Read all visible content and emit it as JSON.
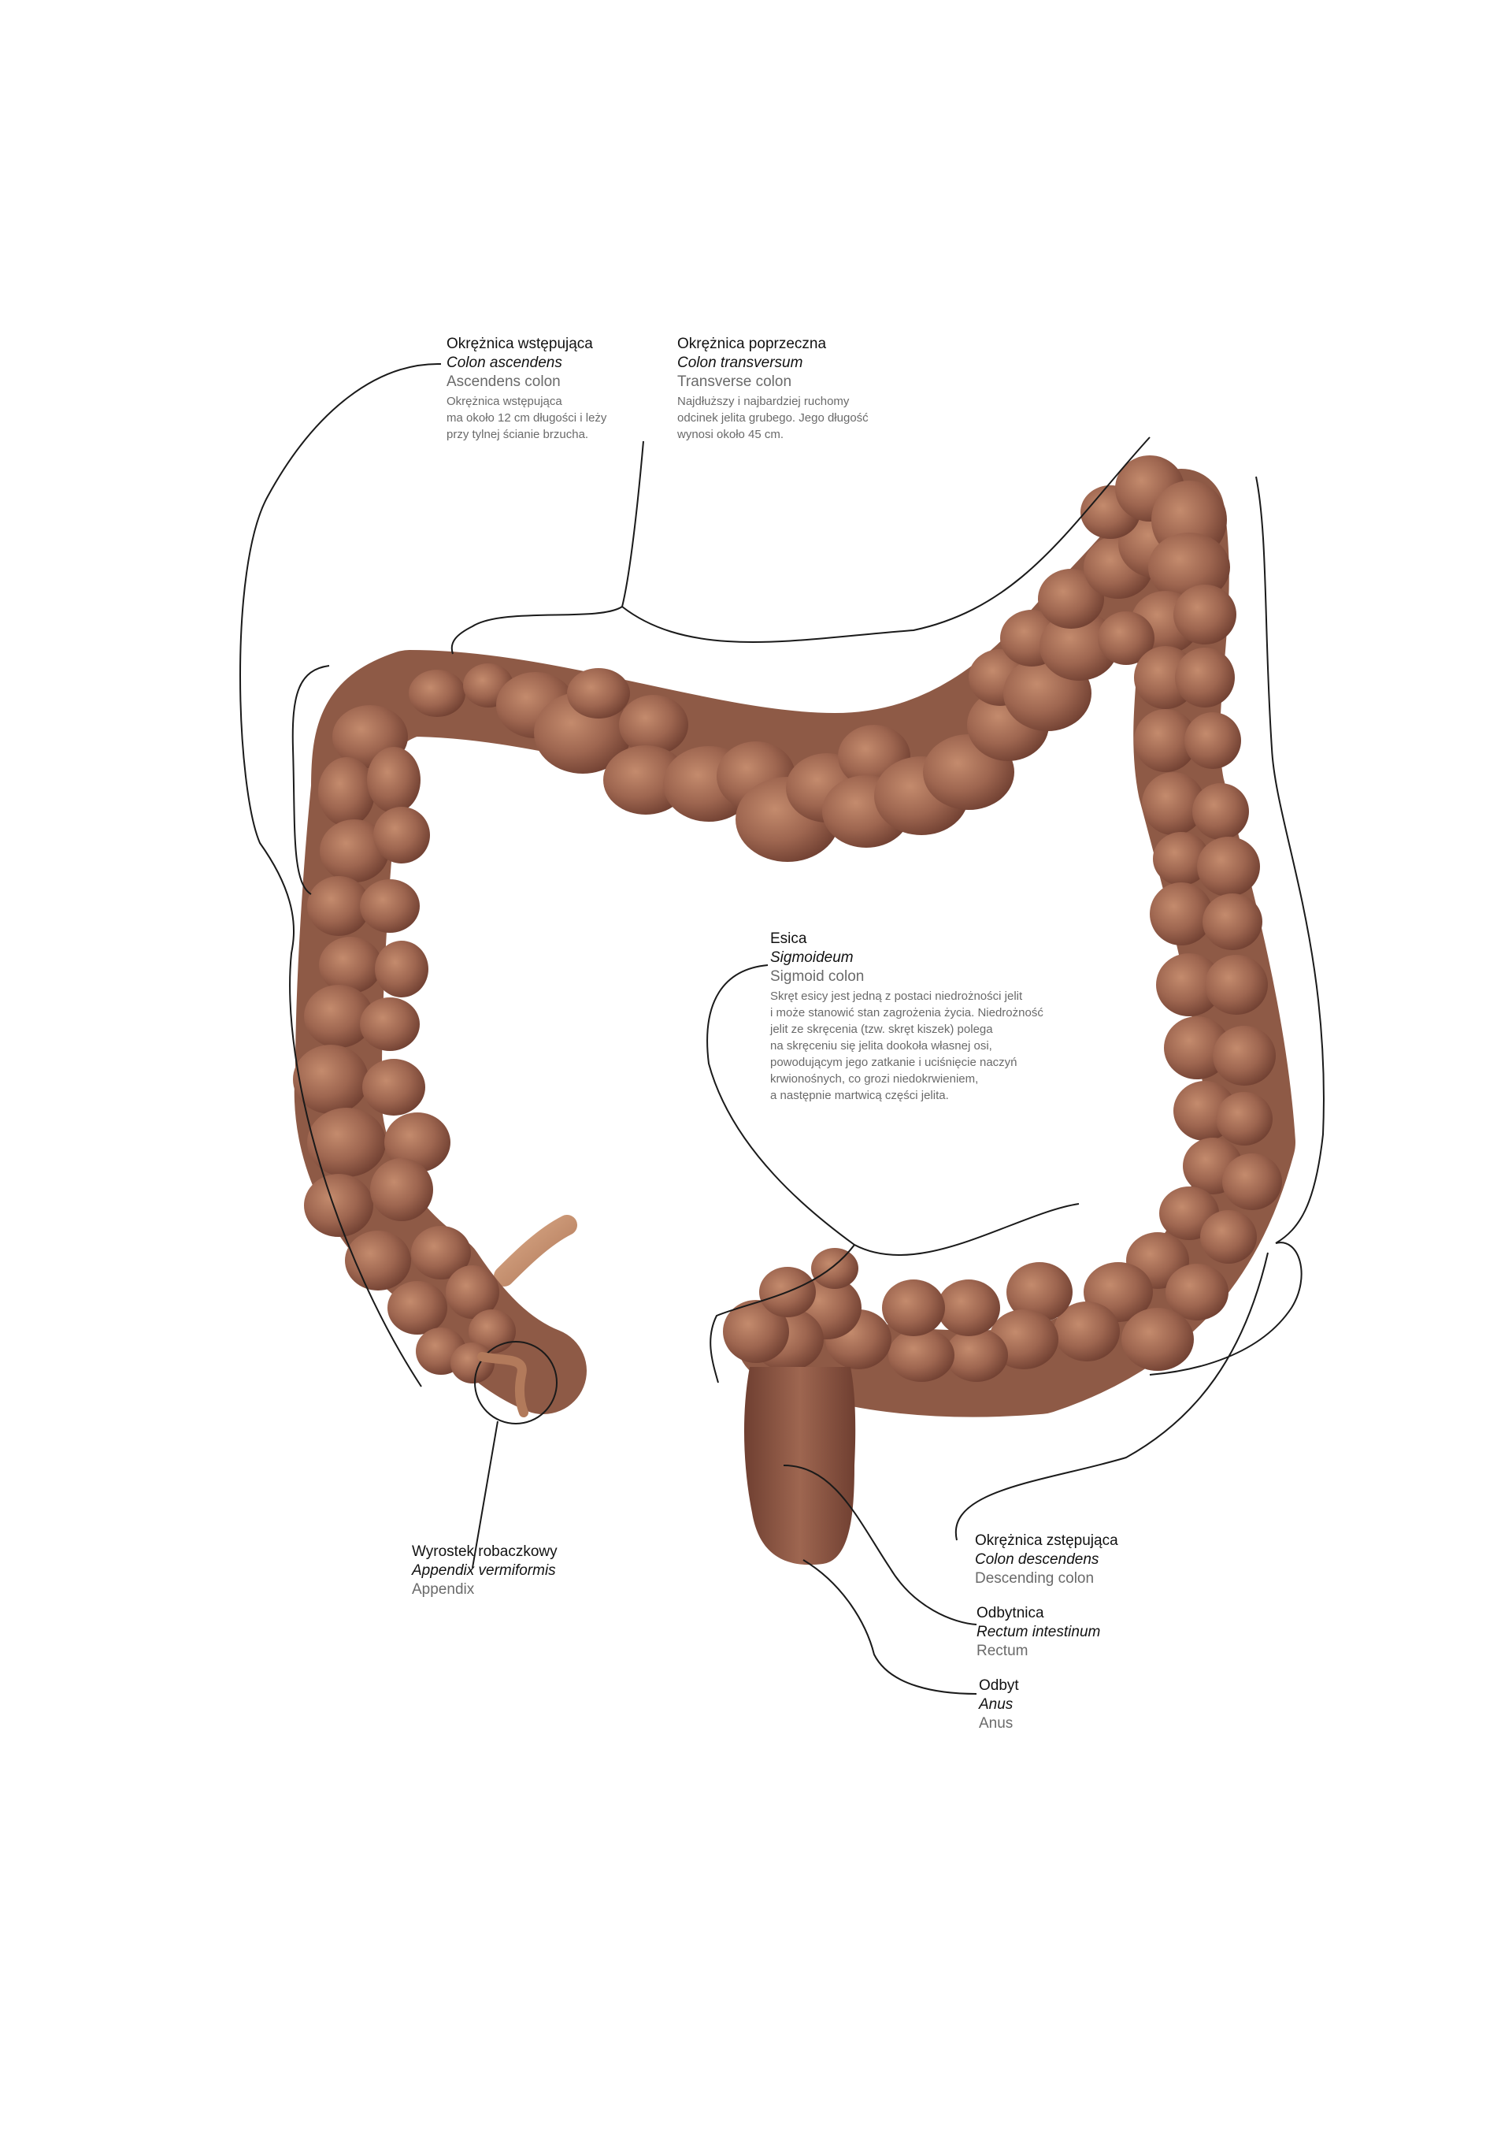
{
  "colors": {
    "colon_light": "#c48b6d",
    "colon_mid": "#9e6650",
    "colon_dark": "#6f3f31",
    "appendix": "#b27a5b",
    "leader_line": "#1a1a1a",
    "title_text": "#111111",
    "secondary_text": "#6a6a6a"
  },
  "labels": {
    "ascending": {
      "title": "Okrężnica wstępująca",
      "latin": "Colon ascendens",
      "english": "Ascendens colon",
      "description": [
        "Okrężnica wstępująca",
        "ma około 12 cm długości i leży",
        "przy tylnej ścianie brzucha."
      ]
    },
    "transverse": {
      "title": "Okrężnica poprzeczna",
      "latin": "Colon transversum",
      "english": "Transverse colon",
      "description": [
        "Najdłuższy i najbardziej ruchomy",
        "odcinek jelita grubego. Jego długość",
        "wynosi około 45 cm."
      ]
    },
    "sigmoid": {
      "title": "Esica",
      "latin": "Sigmoideum",
      "english": "Sigmoid colon",
      "description": [
        "Skręt esicy jest jedną z postaci niedrożności jelit",
        "i może stanowić stan zagrożenia życia. Niedrożność",
        "jelit ze skręcenia (tzw. skręt kiszek) polega",
        "na skręceniu się jelita dookoła własnej osi,",
        "powodującym jego zatkanie i uciśnięcie naczyń",
        "krwionośnych, co grozi niedokrwieniem,",
        "a następnie martwicą części jelita."
      ]
    },
    "appendix": {
      "title": "Wyrostek robaczkowy",
      "latin": "Appendix vermiformis",
      "english": "Appendix"
    },
    "descending": {
      "title": "Okrężnica zstępująca",
      "latin": "Colon descendens",
      "english": "Descending colon"
    },
    "rectum": {
      "title": "Odbytnica",
      "latin": "Rectum intestinum",
      "english": "Rectum"
    },
    "anus": {
      "title": "Odbyt",
      "latin": "Anus",
      "english": "Anus"
    }
  }
}
